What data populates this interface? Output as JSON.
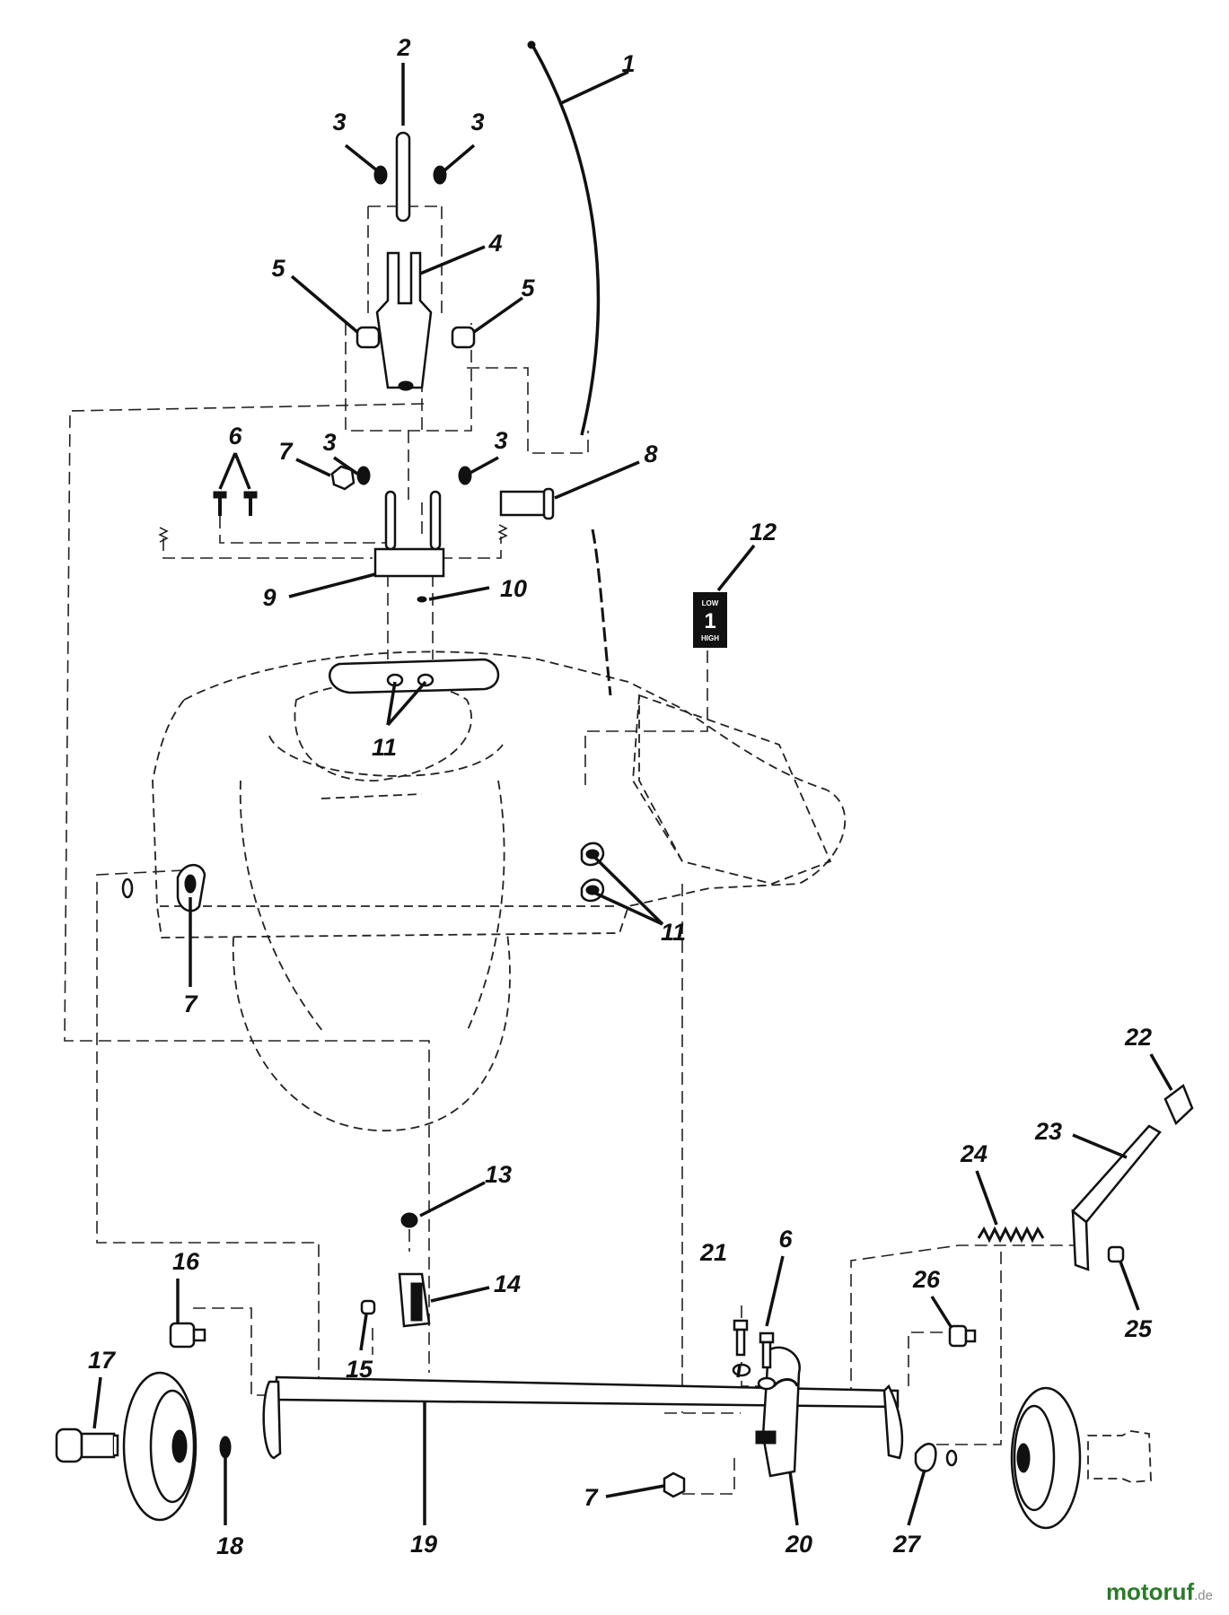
{
  "callouts": [
    {
      "id": "c1",
      "text": "1"
    },
    {
      "id": "c2",
      "text": "2"
    },
    {
      "id": "c3a",
      "text": "3"
    },
    {
      "id": "c3b",
      "text": "3"
    },
    {
      "id": "c4",
      "text": "4"
    },
    {
      "id": "c5a",
      "text": "5"
    },
    {
      "id": "c5b",
      "text": "5"
    },
    {
      "id": "c6a",
      "text": "6"
    },
    {
      "id": "c7a",
      "text": "7"
    },
    {
      "id": "c3c",
      "text": "3"
    },
    {
      "id": "c3d",
      "text": "3"
    },
    {
      "id": "c8",
      "text": "8"
    },
    {
      "id": "c9",
      "text": "9"
    },
    {
      "id": "c10",
      "text": "10"
    },
    {
      "id": "c11a",
      "text": "11"
    },
    {
      "id": "c12",
      "text": "12"
    },
    {
      "id": "c11b",
      "text": "11"
    },
    {
      "id": "c7b",
      "text": "7"
    },
    {
      "id": "c13",
      "text": "13"
    },
    {
      "id": "c14",
      "text": "14"
    },
    {
      "id": "c15",
      "text": "15"
    },
    {
      "id": "c16",
      "text": "16"
    },
    {
      "id": "c17",
      "text": "17"
    },
    {
      "id": "c18",
      "text": "18"
    },
    {
      "id": "c19",
      "text": "19"
    },
    {
      "id": "c20",
      "text": "20"
    },
    {
      "id": "c21",
      "text": "21"
    },
    {
      "id": "c6b",
      "text": "6"
    },
    {
      "id": "c7c",
      "text": "7"
    },
    {
      "id": "c22",
      "text": "22"
    },
    {
      "id": "c23",
      "text": "23"
    },
    {
      "id": "c24",
      "text": "24"
    },
    {
      "id": "c25",
      "text": "25"
    },
    {
      "id": "c26",
      "text": "26"
    },
    {
      "id": "c27",
      "text": "27"
    }
  ],
  "decal": {
    "top": "LOW",
    "number": "1",
    "bottom": "HIGH"
  },
  "watermark": {
    "brand": "motoruf",
    "tld": ".de"
  },
  "colors": {
    "ink": "#111111",
    "watermark_brand": "#2b7a2b",
    "watermark_accent": "#1f5fa8"
  }
}
